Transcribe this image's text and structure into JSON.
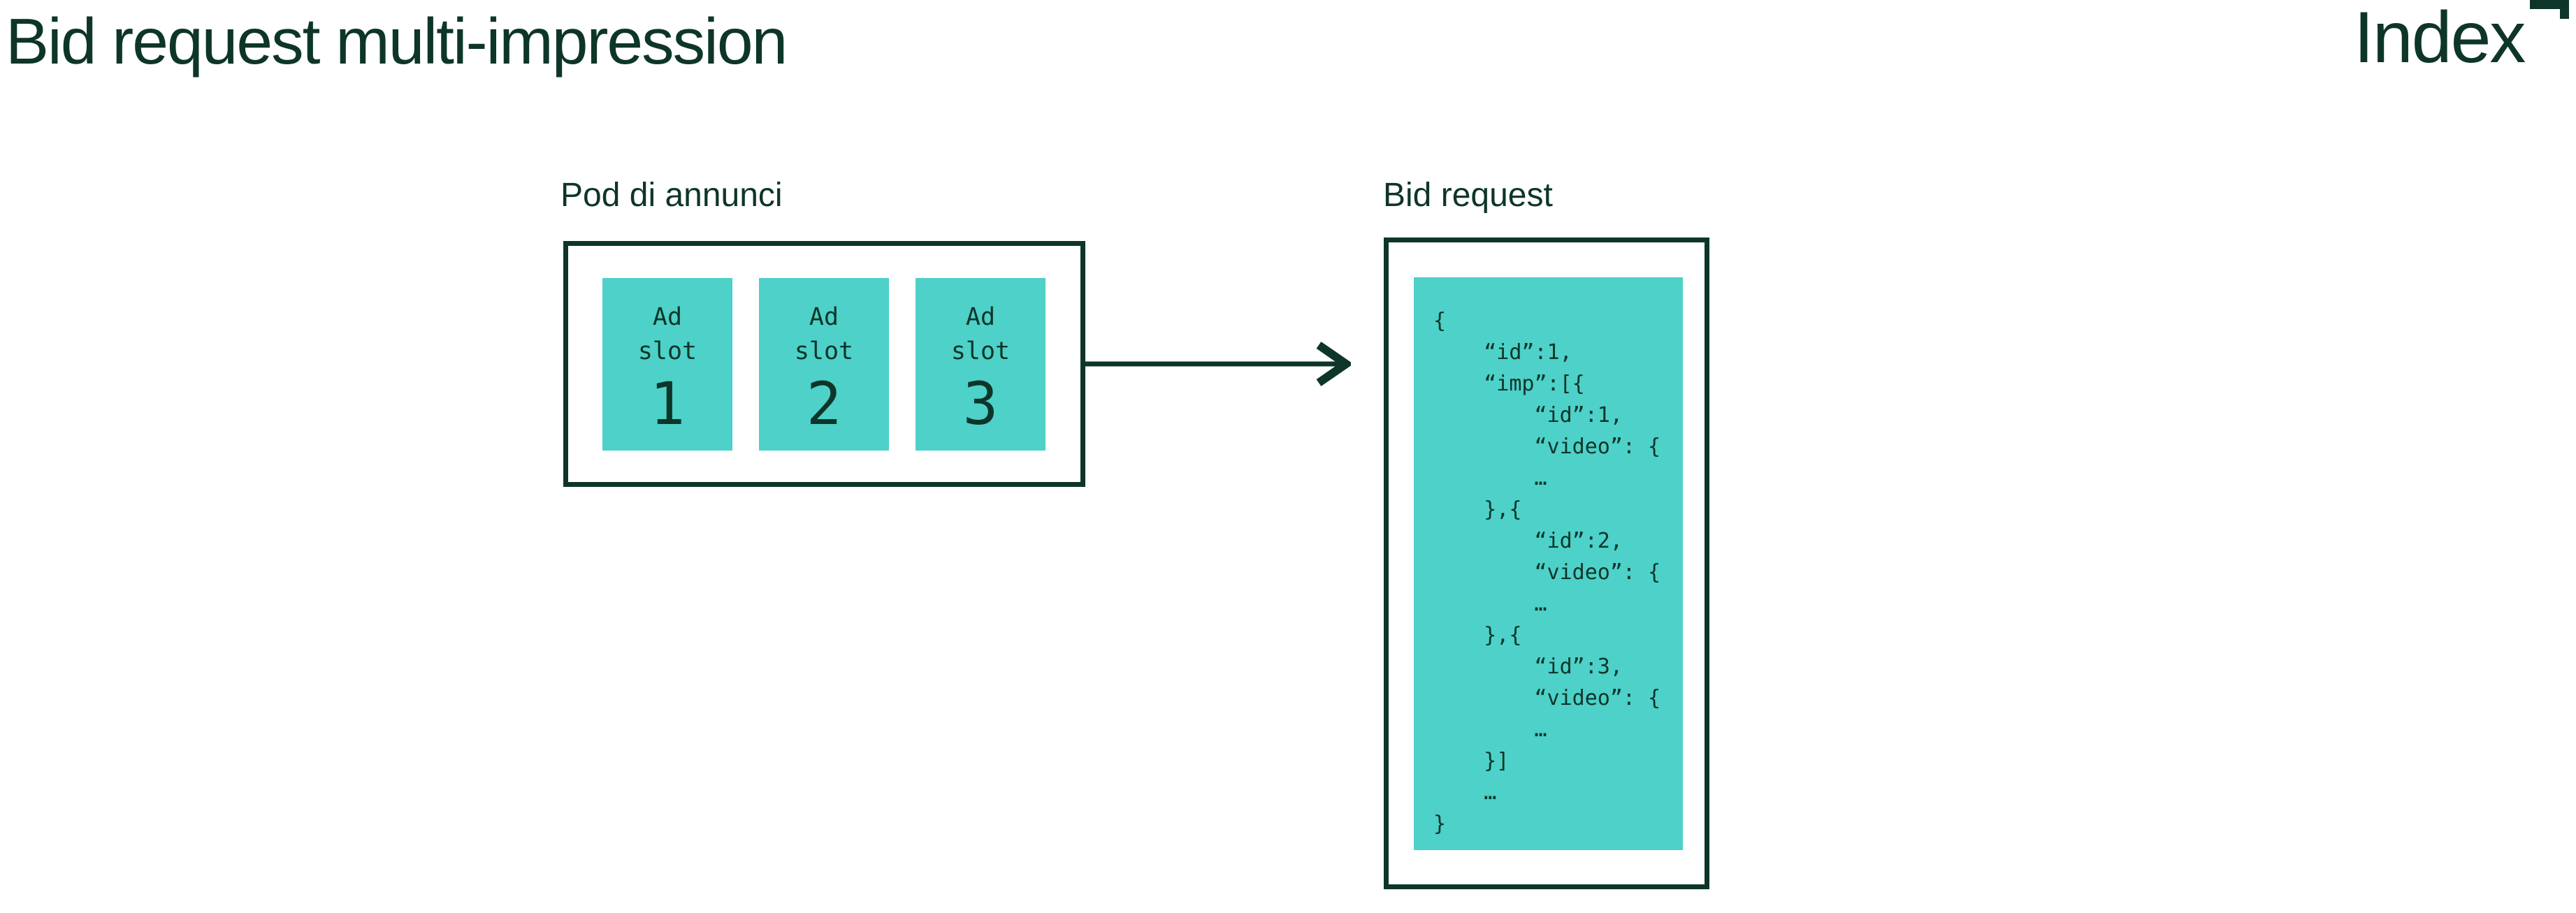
{
  "page": {
    "title": "Bid request multi-impression"
  },
  "logo": {
    "text": "Index",
    "mark": "corner-arrow-up-right"
  },
  "colors": {
    "dark_green": "#0e352a",
    "teal": "#4dd1c8",
    "background": "#ffffff"
  },
  "pod": {
    "label": "Pod di annunci",
    "slots": [
      {
        "line1": "Ad",
        "line2": "slot",
        "number": "1"
      },
      {
        "line1": "Ad",
        "line2": "slot",
        "number": "2"
      },
      {
        "line1": "Ad",
        "line2": "slot",
        "number": "3"
      }
    ]
  },
  "arrow": {
    "direction": "right"
  },
  "bid_request": {
    "label": "Bid request",
    "code_lines": [
      "{",
      "    “id”:1,",
      "    “imp”:[{",
      "        “id”:1,",
      "        “video”: {",
      "        …",
      "    },{",
      "        “id”:2,",
      "        “video”: {",
      "        …",
      "    },{",
      "        “id”:3,",
      "        “video”: {",
      "        …",
      "    }]",
      "    …",
      "}"
    ]
  }
}
